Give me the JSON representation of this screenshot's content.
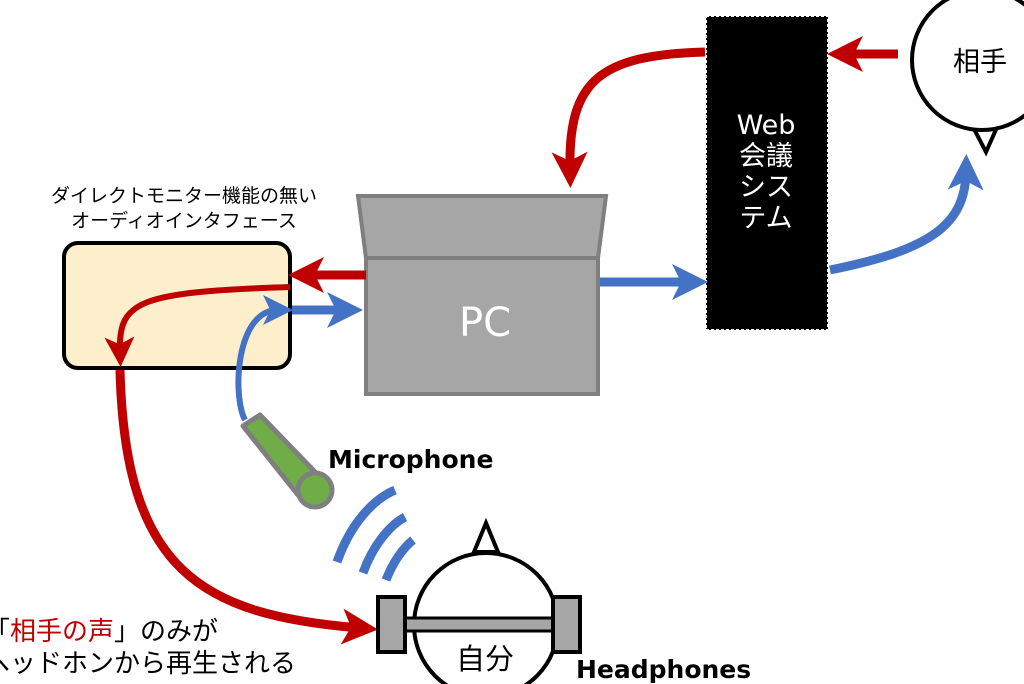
{
  "diagram": {
    "nodes": {
      "audio_interface": {
        "title_line1": "ダイレクトモニター機能の無い",
        "title_line2": "オーディオインタフェース"
      },
      "pc": {
        "label": "PC"
      },
      "web_conference": {
        "line1": "Web",
        "line2": "会議",
        "line3": "シス",
        "line4": "テム"
      },
      "partner": {
        "label": "相手"
      },
      "self": {
        "label": "自分"
      },
      "microphone": {
        "label": "Microphone"
      },
      "headphones": {
        "label": "Headphones"
      }
    },
    "note": {
      "open_quote": "「",
      "highlight": "相手の声",
      "line1_rest": "」のみが",
      "line2": "ヘッドホンから再生される"
    },
    "colors": {
      "incoming_audio": "#c00000",
      "outgoing_audio": "#4472c4",
      "interface_fill": "#fdefcc",
      "pc_fill": "#a6a6a6",
      "mic_fill": "#70ad47",
      "web_fill": "#000000"
    }
  }
}
